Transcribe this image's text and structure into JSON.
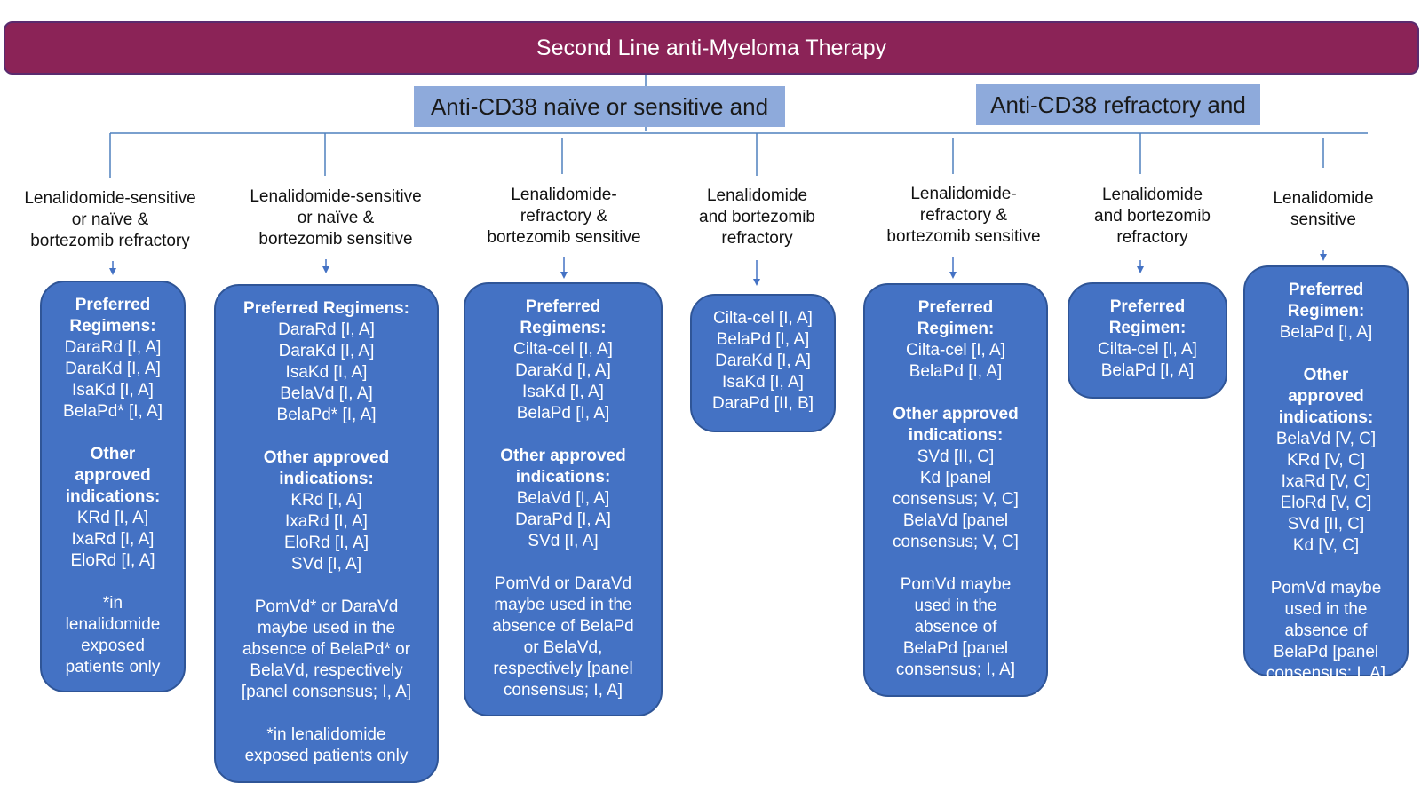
{
  "title": "Second Line anti-Myeloma Therapy",
  "groups": {
    "g1": "Anti-CD38 naïve or sensitive and",
    "g2": "Anti-CD38 refractory and"
  },
  "columns": [
    {
      "condition": "Lenalidomide-sensitive\nor naïve &\nbortezomib refractory",
      "lines": [
        {
          "t": "Preferred",
          "b": true
        },
        {
          "t": "Regimens:",
          "b": true
        },
        {
          "t": "DaraRd [I, A]"
        },
        {
          "t": "DaraKd [I, A]"
        },
        {
          "t": "IsaKd [I, A]"
        },
        {
          "t": "BelaPd* [I, A]"
        },
        {
          "gap": true
        },
        {
          "t": "Other",
          "b": true
        },
        {
          "t": "approved",
          "b": true
        },
        {
          "t": "indications:",
          "b": true
        },
        {
          "t": "KRd [I, A]"
        },
        {
          "t": "IxaRd [I, A]"
        },
        {
          "t": "EloRd [I, A]"
        },
        {
          "gap": true
        },
        {
          "t": "*in"
        },
        {
          "t": "lenalidomide"
        },
        {
          "t": "exposed"
        },
        {
          "t": "patients only"
        }
      ]
    },
    {
      "condition": "Lenalidomide-sensitive\nor naïve &\nbortezomib sensitive",
      "lines": [
        {
          "t": "Preferred Regimens:",
          "b": true
        },
        {
          "t": "DaraRd [I, A]"
        },
        {
          "t": "DaraKd [I, A]"
        },
        {
          "t": "IsaKd [I, A]"
        },
        {
          "t": "BelaVd [I, A]"
        },
        {
          "t": "BelaPd* [I, A]"
        },
        {
          "gap": true
        },
        {
          "t": "Other approved",
          "b": true
        },
        {
          "t": "indications:",
          "b": true
        },
        {
          "t": "KRd [I, A]"
        },
        {
          "t": "IxaRd [I, A]"
        },
        {
          "t": "EloRd [I, A]"
        },
        {
          "t": "SVd [I, A]"
        },
        {
          "gap": true
        },
        {
          "t": "PomVd* or DaraVd"
        },
        {
          "t": "maybe used in the"
        },
        {
          "t": "absence of BelaPd* or"
        },
        {
          "t": "BelaVd, respectively"
        },
        {
          "t": "[panel consensus; I, A]"
        },
        {
          "gap": true
        },
        {
          "t": "*in lenalidomide"
        },
        {
          "t": "exposed patients only"
        }
      ]
    },
    {
      "condition": "Lenalidomide-\nrefractory &\nbortezomib sensitive",
      "lines": [
        {
          "t": "Preferred",
          "b": true
        },
        {
          "t": "Regimens:",
          "b": true
        },
        {
          "t": "Cilta-cel [I, A]"
        },
        {
          "t": "DaraKd [I, A]"
        },
        {
          "t": "IsaKd [I, A]"
        },
        {
          "t": "BelaPd [I, A]"
        },
        {
          "gap": true
        },
        {
          "t": "Other approved",
          "b": true
        },
        {
          "t": "indications:",
          "b": true
        },
        {
          "t": "BelaVd [I, A]"
        },
        {
          "t": "DaraPd [I, A]"
        },
        {
          "t": "SVd [I, A]"
        },
        {
          "gap": true
        },
        {
          "t": "PomVd or DaraVd"
        },
        {
          "t": "maybe used in the"
        },
        {
          "t": "absence of BelaPd"
        },
        {
          "t": "or BelaVd,"
        },
        {
          "t": "respectively [panel"
        },
        {
          "t": "consensus; I, A]"
        }
      ]
    },
    {
      "condition": "Lenalidomide\nand bortezomib\nrefractory",
      "lines": [
        {
          "t": "Cilta-cel [I, A]"
        },
        {
          "t": "BelaPd [I, A]"
        },
        {
          "t": "DaraKd [I, A]"
        },
        {
          "t": "IsaKd [I, A]"
        },
        {
          "t": "DaraPd [II, B]"
        }
      ]
    },
    {
      "condition": "Lenalidomide-\nrefractory &\nbortezomib sensitive",
      "lines": [
        {
          "t": "Preferred",
          "b": true
        },
        {
          "t": "Regimen:",
          "b": true
        },
        {
          "t": "Cilta-cel [I, A]"
        },
        {
          "t": "BelaPd [I, A]"
        },
        {
          "gap": true
        },
        {
          "t": "Other approved",
          "b": true
        },
        {
          "t": "indications:",
          "b": true
        },
        {
          "t": "SVd [II, C]"
        },
        {
          "t": "Kd [panel"
        },
        {
          "t": "consensus; V, C]"
        },
        {
          "t": "BelaVd [panel"
        },
        {
          "t": "consensus; V, C]"
        },
        {
          "gap": true
        },
        {
          "t": "PomVd maybe"
        },
        {
          "t": "used in the"
        },
        {
          "t": "absence of"
        },
        {
          "t": "BelaPd [panel"
        },
        {
          "t": "consensus; I, A]"
        }
      ]
    },
    {
      "condition": "Lenalidomide\nand bortezomib\nrefractory",
      "lines": [
        {
          "t": "Preferred",
          "b": true
        },
        {
          "t": "Regimen:",
          "b": true
        },
        {
          "t": "Cilta-cel [I, A]"
        },
        {
          "t": "BelaPd [I, A]"
        }
      ]
    },
    {
      "condition": "Lenalidomide\nsensitive",
      "lines": [
        {
          "t": "Preferred",
          "b": true
        },
        {
          "t": "Regimen:",
          "b": true
        },
        {
          "t": "BelaPd [I, A]"
        },
        {
          "gap": true
        },
        {
          "t": "Other",
          "b": true
        },
        {
          "t": "approved",
          "b": true
        },
        {
          "t": "indications:",
          "b": true
        },
        {
          "t": "BelaVd [V, C]"
        },
        {
          "t": "KRd [V, C]"
        },
        {
          "t": "IxaRd [V, C]"
        },
        {
          "t": "EloRd [V, C]"
        },
        {
          "t": "SVd [II, C]"
        },
        {
          "t": "Kd [V, C]"
        },
        {
          "gap": true
        },
        {
          "t": "PomVd maybe"
        },
        {
          "t": "used in the"
        },
        {
          "t": "absence of"
        },
        {
          "t": "BelaPd [panel"
        },
        {
          "t": "consensus; I, A]"
        }
      ]
    }
  ]
}
